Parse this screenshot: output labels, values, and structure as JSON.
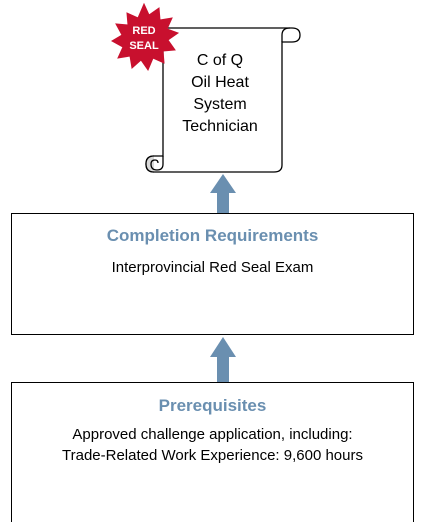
{
  "certificate": {
    "lines": [
      "C of Q",
      "Oil Heat",
      "System",
      "Technician"
    ]
  },
  "seal": {
    "line1": "RED",
    "line2": "SEAL",
    "color": "#c8102e"
  },
  "completion": {
    "title": "Completion Requirements",
    "items": [
      "Interprovincial Red Seal Exam"
    ]
  },
  "prerequisites": {
    "title": "Prerequisites",
    "items": [
      "Approved challenge application, including:",
      "Trade-Related Work Experience: 9,600 hours"
    ]
  },
  "colors": {
    "accent": "#6a8fb0",
    "arrow": "#6a8fb0"
  }
}
